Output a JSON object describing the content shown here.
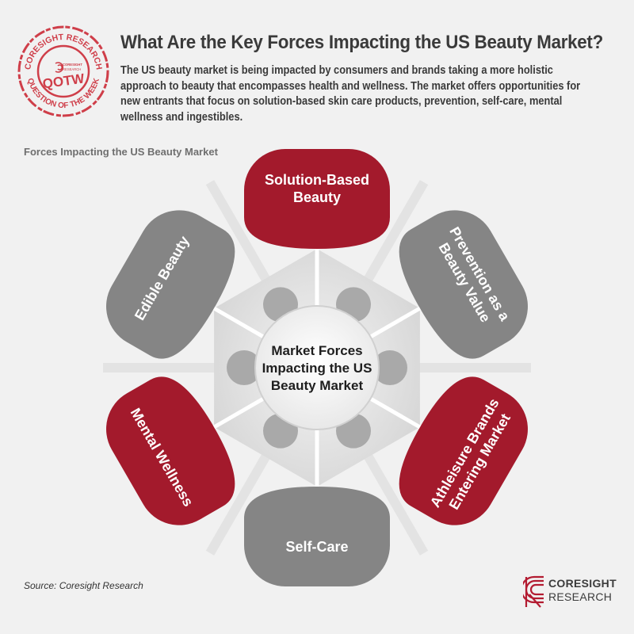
{
  "stamp": {
    "top_text": "CORESIGHT RESEARCH",
    "bottom_text": "QUESTION OF THE WEEK",
    "center_text": "QOTW",
    "mini_logo_text": "CORESIGHT RESEARCH"
  },
  "header": {
    "title": "What Are the Key Forces Impacting the US Beauty Market?",
    "intro": "The US beauty market is being impacted by consumers and brands taking a more holistic approach to beauty that encompasses health and wellness. The market offers opportunities for new entrants that focus on solution-based skin care products, prevention, self-care, mental wellness and ingestibles."
  },
  "diagram": {
    "subtitle": "Forces Impacting the US Beauty Market",
    "center_lines": [
      "Market Forces",
      "Impacting the US",
      "Beauty Market"
    ],
    "petals": [
      {
        "lines": [
          "Solution-Based",
          "Beauty"
        ],
        "color": "#a31a2c"
      },
      {
        "lines": [
          "Prevention as a",
          "Beauty Value"
        ],
        "color": "#858585"
      },
      {
        "lines": [
          "Athleisure Brands",
          "Entering Market"
        ],
        "color": "#a31a2c"
      },
      {
        "lines": [
          "Self-Care"
        ],
        "color": "#858585"
      },
      {
        "lines": [
          "Mental Wellness"
        ],
        "color": "#a31a2c"
      },
      {
        "lines": [
          "Edible Beauty"
        ],
        "color": "#858585"
      }
    ]
  },
  "footer": {
    "source": "Source: Coresight Research",
    "logo_name": "CORESIGHT",
    "logo_sub": "RESEARCH"
  },
  "colors": {
    "red": "#a31a2c",
    "gray": "#858585",
    "stamp_red": "#cf3e49"
  }
}
